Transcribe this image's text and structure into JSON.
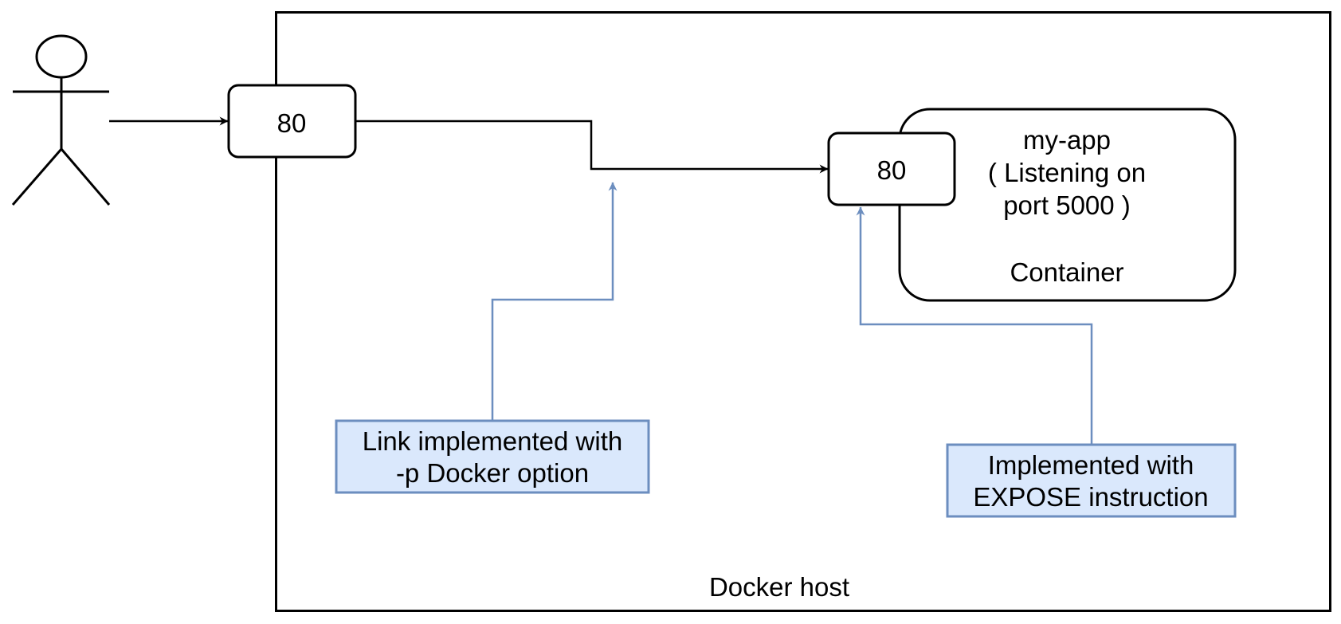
{
  "colors": {
    "stroke": "#000000",
    "background": "#ffffff",
    "note_fill": "#dae8fc",
    "note_stroke": "#6c8ebf"
  },
  "actor": {
    "icon": "stick-figure-user-icon"
  },
  "docker_host": {
    "label": "Docker host"
  },
  "host_port": {
    "label": "80"
  },
  "container": {
    "app_name": "my-app",
    "listening_line1": "( Listening on",
    "listening_line2": "port 5000 )",
    "label": "Container"
  },
  "container_port": {
    "label": "80"
  },
  "notes": {
    "publish": {
      "line1": "Link implemented with",
      "line2": "-p Docker option"
    },
    "expose": {
      "line1": "Implemented with",
      "line2": "EXPOSE instruction"
    }
  }
}
